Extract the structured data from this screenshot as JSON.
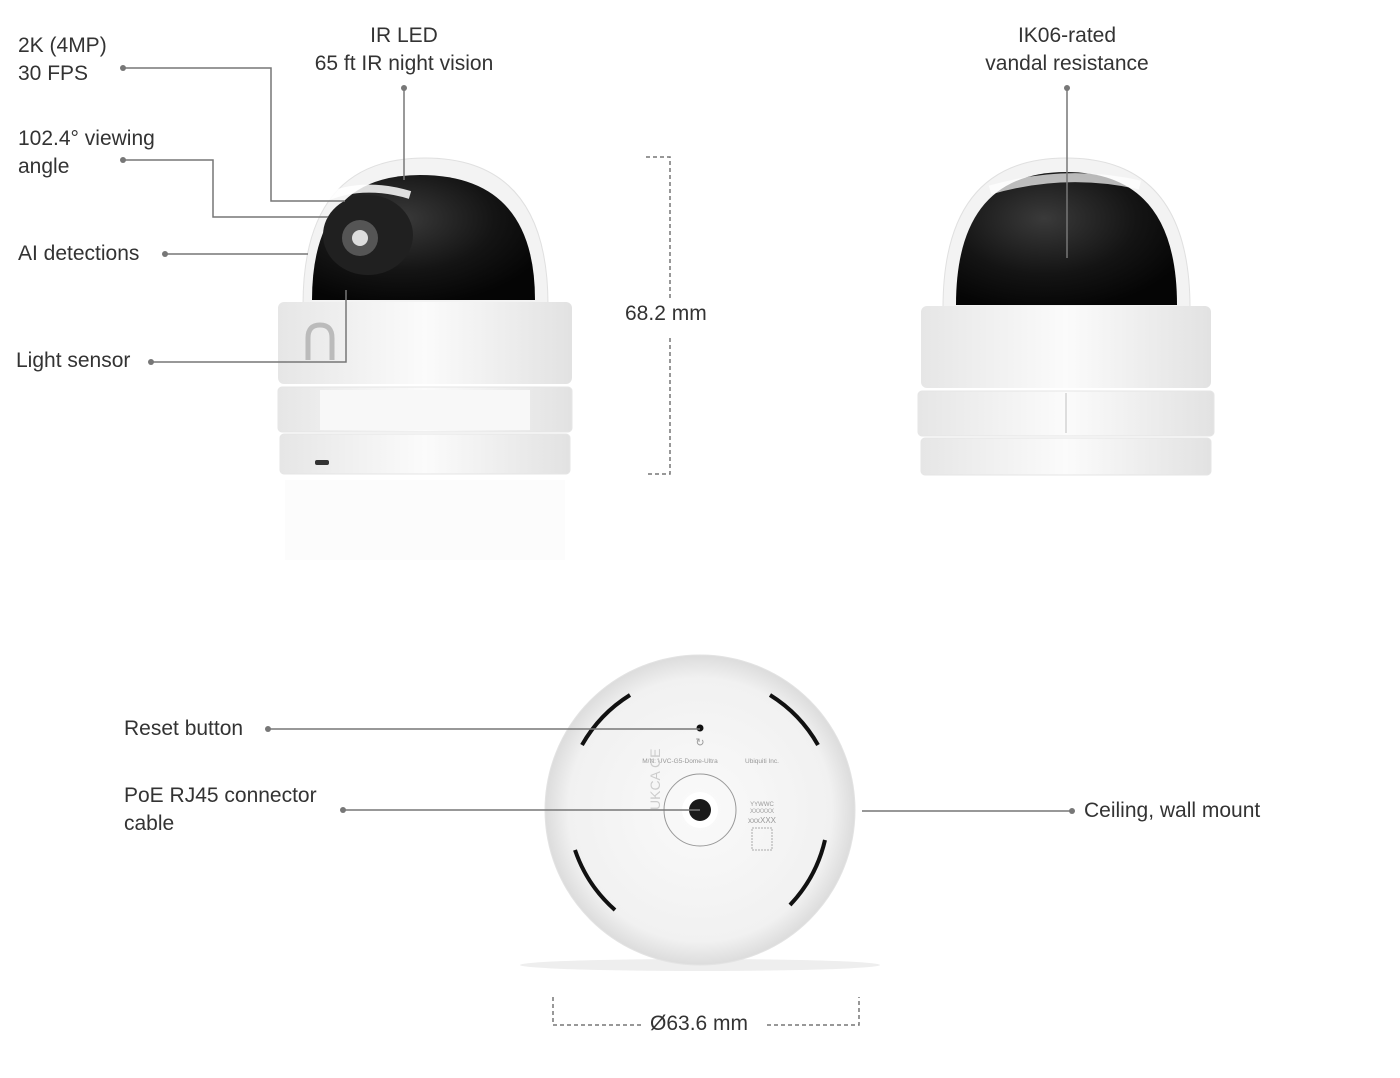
{
  "callouts": {
    "resolution": {
      "line1": "2K (4MP)",
      "line2": "30 FPS"
    },
    "viewing_angle": {
      "line1": "102.4° viewing",
      "line2": "angle"
    },
    "ai": "AI detections",
    "light_sensor": "Light sensor",
    "ir_led": {
      "line1": "IR LED",
      "line2": "65 ft IR night vision"
    },
    "vandal": {
      "line1": "IK06-rated",
      "line2": "vandal resistance"
    },
    "height": "68.2 mm",
    "reset": "Reset button",
    "poe": {
      "line1": "PoE RJ45 connector",
      "line2": "cable"
    },
    "mount": "Ceiling, wall mount",
    "diameter": "Ø63.6 mm"
  },
  "product_markings": {
    "model": "M/N: UVC-G5-Dome-Ultra",
    "maker": "Ubiquiti Inc.",
    "date_code": "YYWWC",
    "serial1": "XXXXXX",
    "serial2": "xxxXXX"
  },
  "colors": {
    "leader": "#777777",
    "text": "#333333",
    "dome": "#111111",
    "body": "#f4f4f4"
  }
}
